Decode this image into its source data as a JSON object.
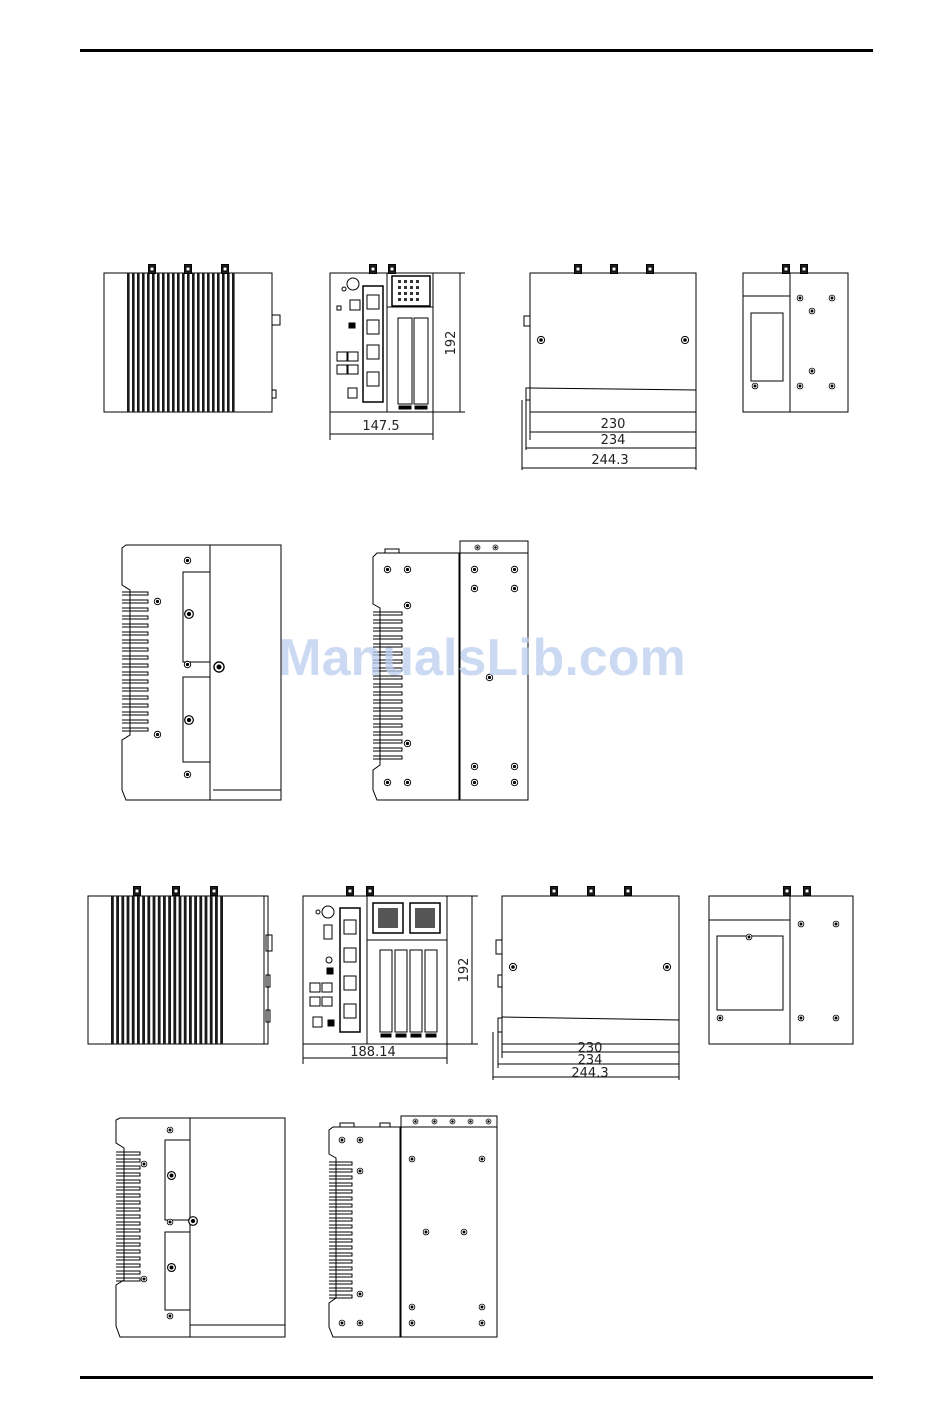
{
  "watermark": "ManualsLib.com",
  "dimensions": {
    "small_front_width": "147.5",
    "small_height": "192",
    "small_side_1": "230",
    "small_side_2": "234",
    "small_side_3": "244.3",
    "large_front_width": "188.14",
    "large_height": "192",
    "large_side_1": "230",
    "large_side_2": "234",
    "large_side_3": "244.3"
  },
  "colors": {
    "line": "#111111",
    "fin": "#1a1a1a",
    "watermark": "#b9cdee"
  }
}
